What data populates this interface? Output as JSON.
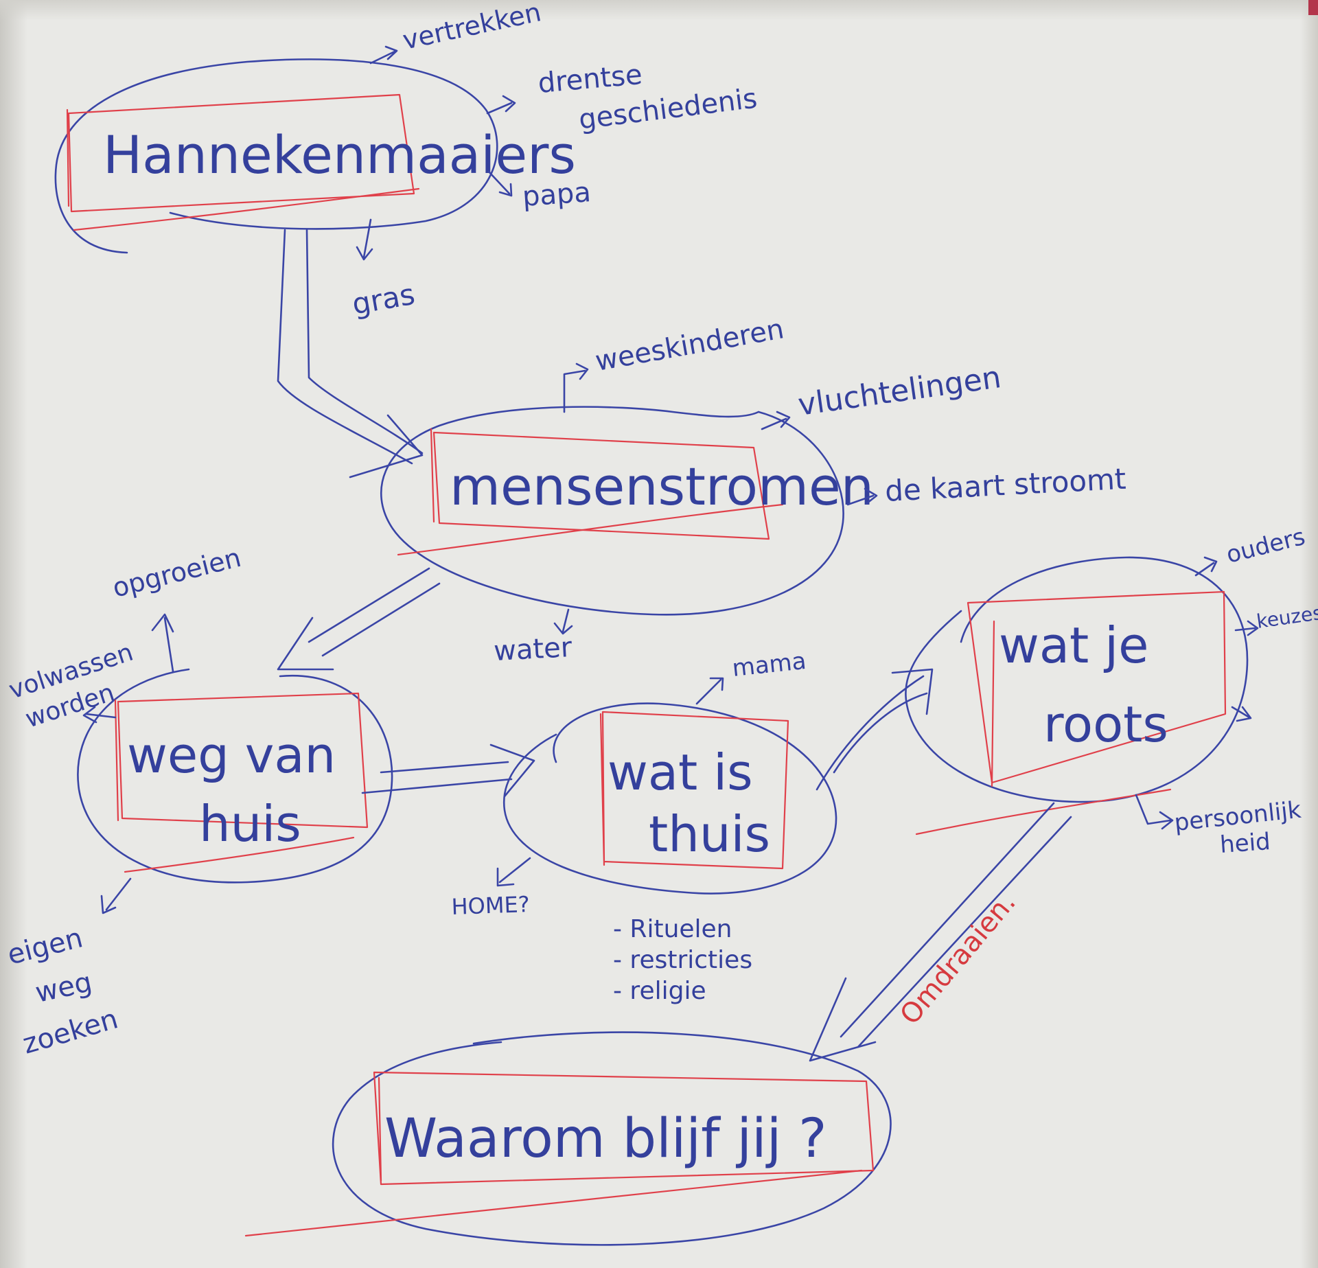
{
  "nodes": {
    "hannekemaaiers": {
      "title": "Hannekenmaaiers",
      "notes": [
        "vertrekken",
        "drentse",
        "geschiedenis",
        "papa",
        "gras"
      ]
    },
    "mensenstromen": {
      "title": "mensenstromen",
      "notes": [
        "weeskinderen",
        "vluchtelingen",
        "de kaart stroomt",
        "water"
      ]
    },
    "weg_van_huis": {
      "title_lines": [
        "weg van",
        "huis"
      ],
      "notes": [
        "opgroeien",
        "volwassen",
        "worden",
        "eigen",
        "weg",
        "zoeken"
      ]
    },
    "wat_is_thuis": {
      "title_lines": [
        "wat is",
        "thuis"
      ],
      "notes": [
        "mama",
        "HOME?",
        "- Rituelen",
        "- restricties",
        "- religie"
      ]
    },
    "wat_je_roots": {
      "title_lines": [
        "wat   je",
        "roots"
      ],
      "notes": [
        "ouders",
        "keuzes",
        "persoonlijk",
        "heid"
      ]
    },
    "waarom_blijf_jij": {
      "title": "Waarom blijf jij ?"
    }
  },
  "links": {
    "omdraaien": "Omdraaien."
  },
  "colors": {
    "blue_ink": "#3a45a6",
    "red_ink": "#e0404a",
    "paper": "#e9e9e6"
  }
}
